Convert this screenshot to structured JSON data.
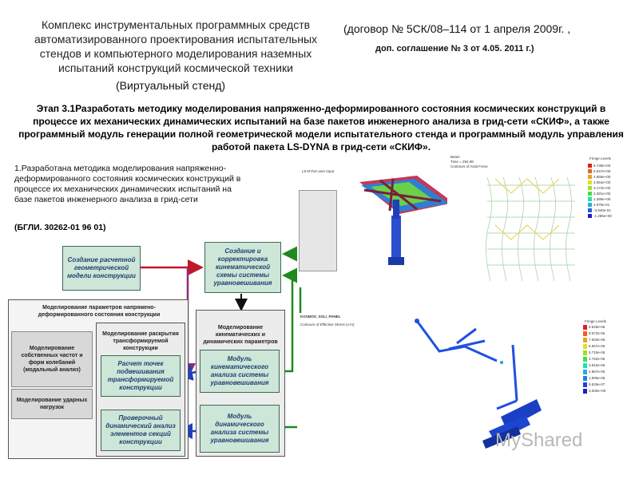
{
  "header": {
    "title": "Комплекс инструментальных программных средств автоматизированного проектирования испытательных стендов и компьютерного моделирования наземных испытаний  конструкций космической техники",
    "contract": "(договор № 5СК/08–114 от  1  апреля 2009г. ,",
    "agreement": "доп. соглашение № 3 от  4.05. 2011 г.)",
    "virtual_stand": "(Виртуальный стенд)"
  },
  "stage": {
    "text": "Этап 3.1Разработать методику  моделирования напряженно-деформированного состояния космических конструкций в процессе их механических динамических испытаний на базе  пакетов инженерного анализа в грид-сети «СКИФ», а  также программный модуль  генерации полной геометрической модели испытательного стенда и программный модуль управления    работой пакета LS-DYNA  в  грид-сети «СКИФ»."
  },
  "result": {
    "text": "1.Разработана методика  моделирования напряженно-деформированного  состояния космических  конструкций в процессе их механических динамических испытаний на базе пакетов инженерного анализа в грид-сети",
    "code": "(БГЛИ. 30262-01 96 01)"
  },
  "flow": {
    "create_model": "Создание расчетной геометрической модели конструкции",
    "create_kinematic": "Создание и корректировка кинематической схемы системы уравновешивания",
    "modeling_params_title": "Моделирование параметров напряжено-деформированного состояния конструкции",
    "eigen": "Моделирование собственных частот и форм колебаний (модальный анализ)",
    "impact": "Моделирование ударных нагрузок",
    "unfold_title": "Моделирование раскрытия трансформируемой конструкции",
    "calc_points": "Расчет точек подвешивания трансформируемой конструкции",
    "verify": "Проверочный динамический анализ элементов секций конструкции",
    "kin_dyn_title": "Моделирование кинематических и динамических параметров",
    "kin_module": "Модуль кинематического анализа системы уравновешивания",
    "dyn_module": "Модуль динамического анализа системы уравновешивания"
  },
  "sims": {
    "sim1_header": "LS-DYNA  user input",
    "sim2_header": "Beam",
    "sim2_sub": "Time = 294.98\nContours of Axial Force",
    "sim2_legend_title": "Fringe Levels",
    "sim2_legend": [
      "6.739e+00",
      "5.847e+00",
      "4.956e+00",
      "4.064e+00",
      "3.172e+00",
      "2.281e+00",
      "1.389e+00",
      "4.975e-01",
      "-3.940e-01",
      "-1.286e+00"
    ],
    "sim3_header": "KOSMOS_SOLI_PANEL",
    "sim3_sub": "Contours of Effective Stress (v-m)",
    "sim3_legend_title": "Fringe Levels",
    "sim3_legend": [
      "9.525e-06",
      "8.572e-06",
      "7.620e-06",
      "6.667e-06",
      "5.715e-06",
      "4.762e-06",
      "3.810e-06",
      "2.857e-06",
      "1.905e-06",
      "9.525e-07",
      "0.000e+00"
    ]
  },
  "watermark": "MyShared",
  "colors": {
    "box_fill": "#cde6d8",
    "box_text": "#1d3f6e",
    "arrow_red": "#c0172a",
    "arrow_green": "#1f8a1f",
    "arrow_blue": "#1f3fc0",
    "arrow_purple": "#8a2c7a"
  }
}
